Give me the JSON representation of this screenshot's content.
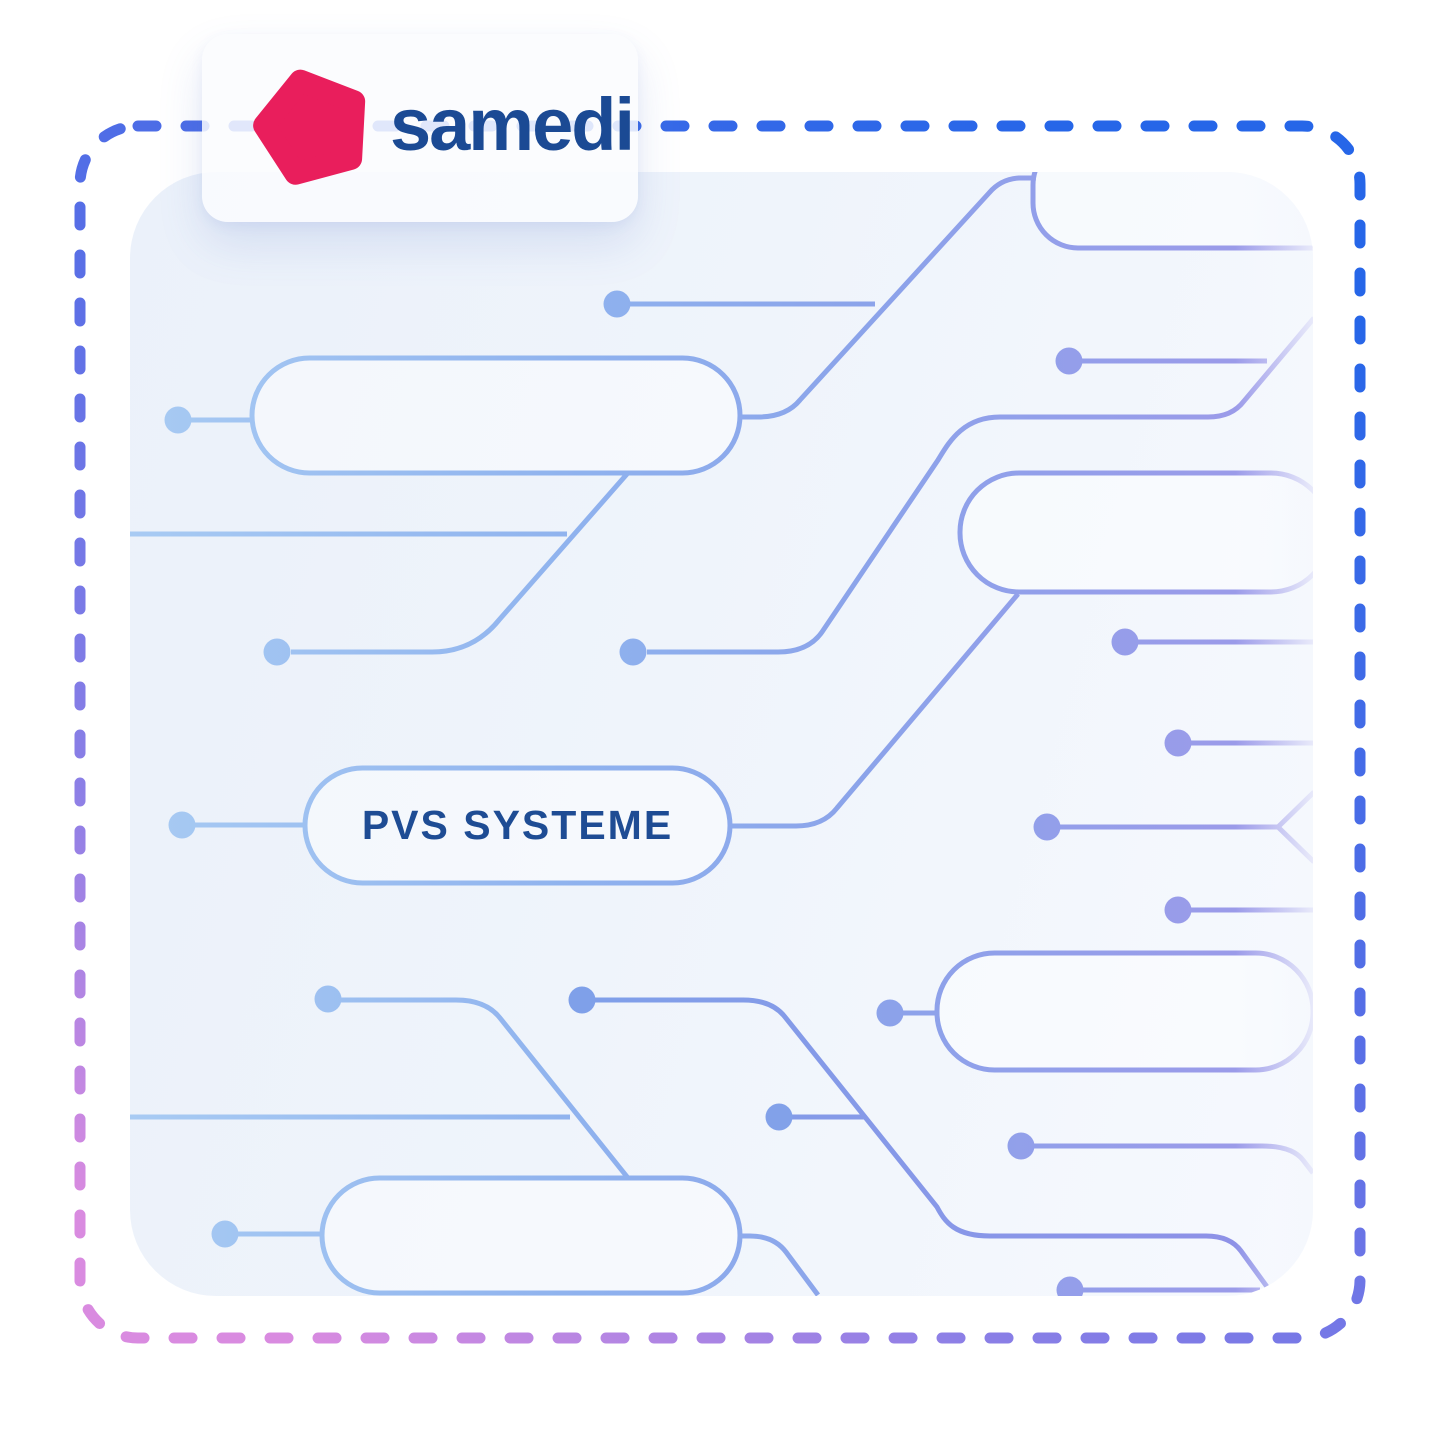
{
  "brand": {
    "name": "samedi",
    "logo_icon": "pentagon-icon",
    "logo_icon_color": "#e91e5c",
    "name_color": "#1b4a94",
    "card_background": "#fafcfe"
  },
  "diagram": {
    "labeled_pill": {
      "label": "PVS SYSTEME",
      "label_color": "#1e4c94"
    },
    "empty_pill_count": 5,
    "node_dot_count": 17,
    "line_colors": {
      "left": "#a6c9f3",
      "middle": "#8fb2ee",
      "right": "#9e99e9",
      "saturated": "#7fa0e9"
    },
    "panel_background": "#eff4fb",
    "border_colors": {
      "top": "#2666e8",
      "mid": "#7b74e5",
      "bottom_right": "#8b82e4",
      "bottom_left": "#d98be0"
    }
  }
}
